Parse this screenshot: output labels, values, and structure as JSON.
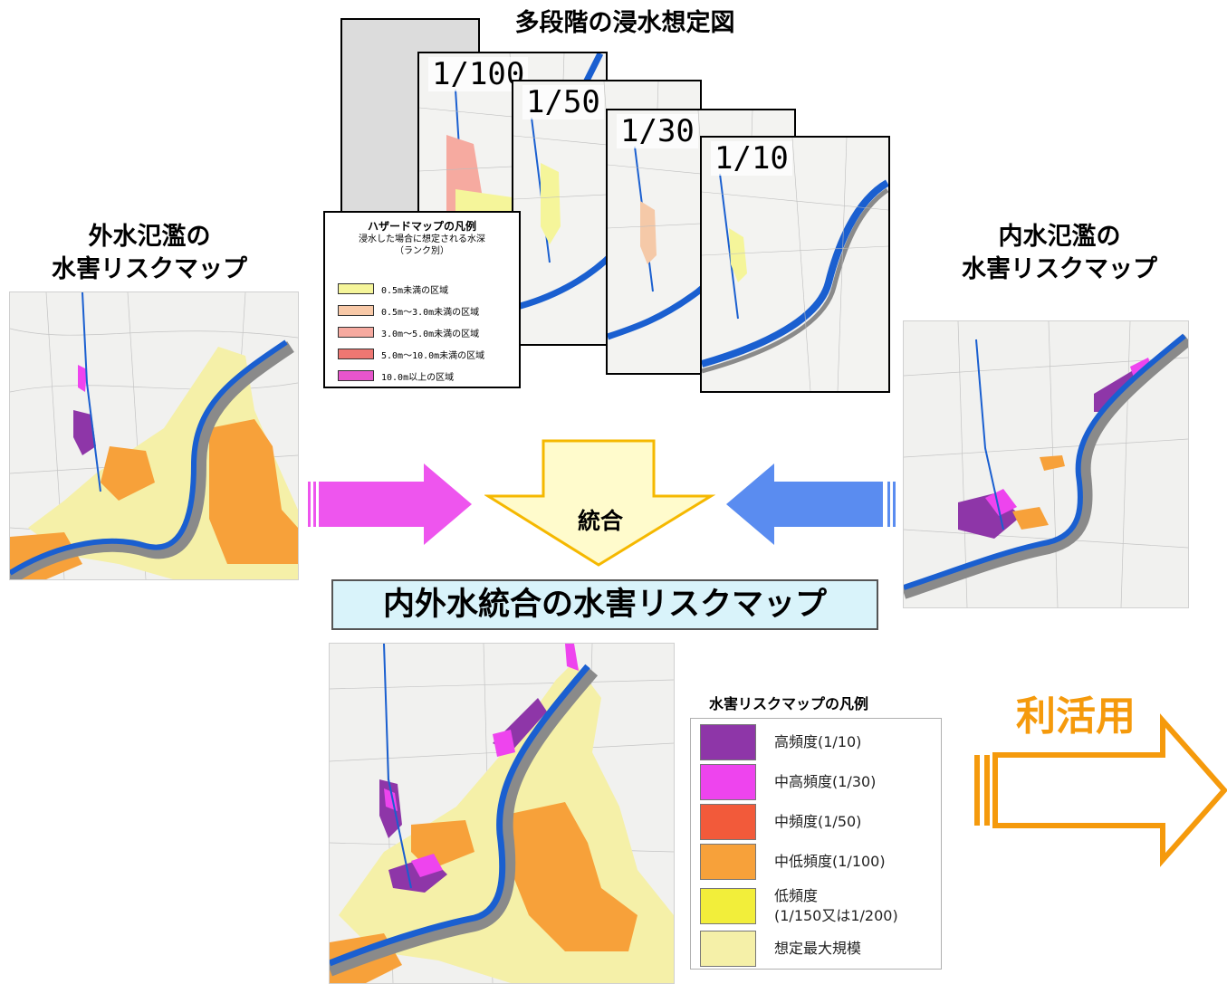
{
  "top_title": "多段階の浸水想定図",
  "left_title": [
    "外水氾濫の",
    "水害リスクマップ"
  ],
  "right_title": [
    "内水氾濫の",
    "水害リスクマップ"
  ],
  "sheets": [
    "1/100",
    "1/50",
    "1/30",
    "1/10"
  ],
  "flood_legend": {
    "title": "ハザードマップの凡例",
    "subtitle1": "浸水した場合に想定される水深",
    "subtitle2": "（ランク別）",
    "items": [
      {
        "label": "0.5m未満の区域",
        "color": "#f5f59a"
      },
      {
        "label": "0.5m～3.0m未満の区域",
        "color": "#f8c9a8"
      },
      {
        "label": "3.0m～5.0m未満の区域",
        "color": "#f6aaa0"
      },
      {
        "label": "5.0m～10.0m未満の区域",
        "color": "#ee7772"
      },
      {
        "label": "10.0m以上の区域",
        "color": "#e755cc"
      }
    ]
  },
  "center_arrow_label": "統合",
  "integrated_title": "内外水統合の水害リスクマップ",
  "risk_legend": {
    "title": "水害リスクマップの凡例",
    "items": [
      {
        "label": "高頻度(1/10)",
        "color": "#8e36a8"
      },
      {
        "label": "中高頻度(1/30)",
        "color": "#ee44ee"
      },
      {
        "label": "中頻度(1/50)",
        "color": "#f25a3a"
      },
      {
        "label": "中低頻度(1/100)",
        "color": "#f7a13a"
      },
      {
        "label": "低頻度",
        "label2": "(1/150又は1/200)",
        "color": "#f2ee3a"
      },
      {
        "label": "想定最大規模",
        "color": "#f5f0a8"
      }
    ]
  },
  "utilize_label": "利活用",
  "colors": {
    "pink_arrow": "#ee55ee",
    "blue_arrow": "#5a8cf0",
    "yellow_arrow_fill": "#fffbcc",
    "yellow_arrow_stroke": "#f5b800",
    "orange_arrow": "#f59a0c",
    "river": "#1a5fd0"
  }
}
